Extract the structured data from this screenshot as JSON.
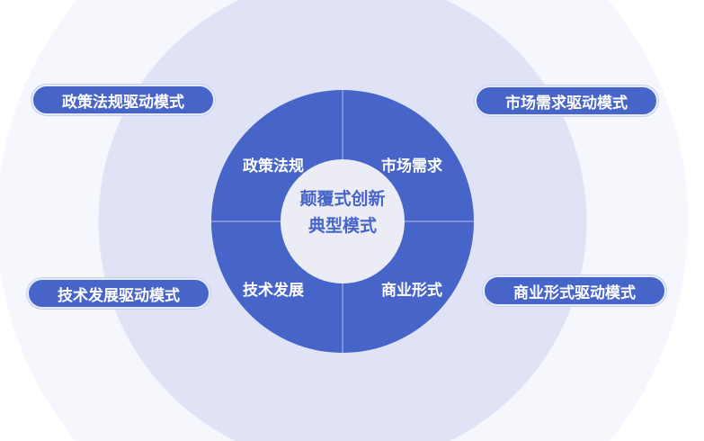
{
  "center": {
    "line1": "颠覆式创新",
    "line2": "典型模式"
  },
  "quadrants": [
    "政策法规",
    "市场需求",
    "技术发展",
    "商业形式"
  ],
  "pills": [
    "政策法规驱动模式",
    "市场需求驱动模式",
    "技术发展驱动模式",
    "商业形式驱动模式"
  ],
  "colors": {
    "primary": "#4764c9",
    "ring": "#dfe3f5",
    "outer": "#f4f6fc",
    "core": "#ebecf4"
  }
}
